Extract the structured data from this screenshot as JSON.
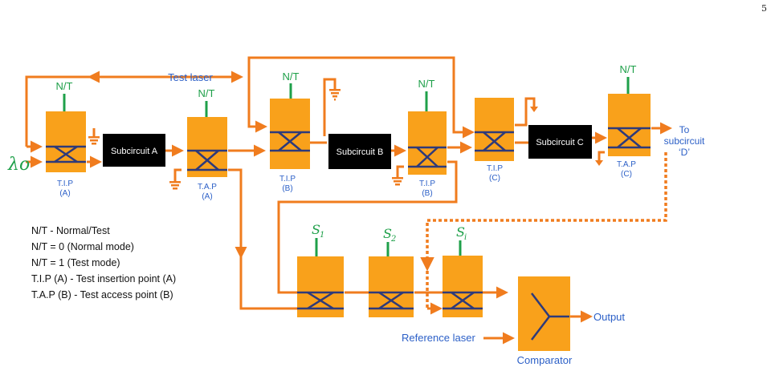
{
  "page_number": "5",
  "input_label": "λo",
  "test_laser": "Test laser",
  "nt": "N/T",
  "subcircuits": {
    "a": "Subcircuit A",
    "b": "Subcircuit B",
    "c": "Subcircuit C"
  },
  "tip_a": [
    "T.I.P",
    "(A)"
  ],
  "tap_a": [
    "T.A.P",
    "(A)"
  ],
  "tip_b1": [
    "T.I.P",
    "(B)"
  ],
  "tip_b2": [
    "T.I.P",
    "(B)"
  ],
  "tip_c": [
    "T.I.P",
    "(C)"
  ],
  "tap_c": [
    "T.A.P",
    "(C)"
  ],
  "to_sub": [
    "To",
    "subcircuit",
    "‘D’"
  ],
  "s1": "S",
  "s1_sub": "1",
  "s2": "S",
  "s2_sub": "2",
  "si": "S",
  "si_sub": "i",
  "reference_laser": "Reference laser",
  "output": "Output",
  "comparator": "Comparator",
  "legend": [
    "N/T - Normal/Test",
    "N/T = 0 (Normal mode)",
    "N/T = 1 (Test mode)",
    "T.I.P (A) - Test insertion point (A)",
    "T.A.P (B) - Test access point (B)"
  ],
  "colors": {
    "wire": "#f07c1e",
    "box": "#f9a11b",
    "label_blue": "#2b5fc7",
    "nt_green": "#1fa04a",
    "switch_navy": "#2e3a7a"
  }
}
